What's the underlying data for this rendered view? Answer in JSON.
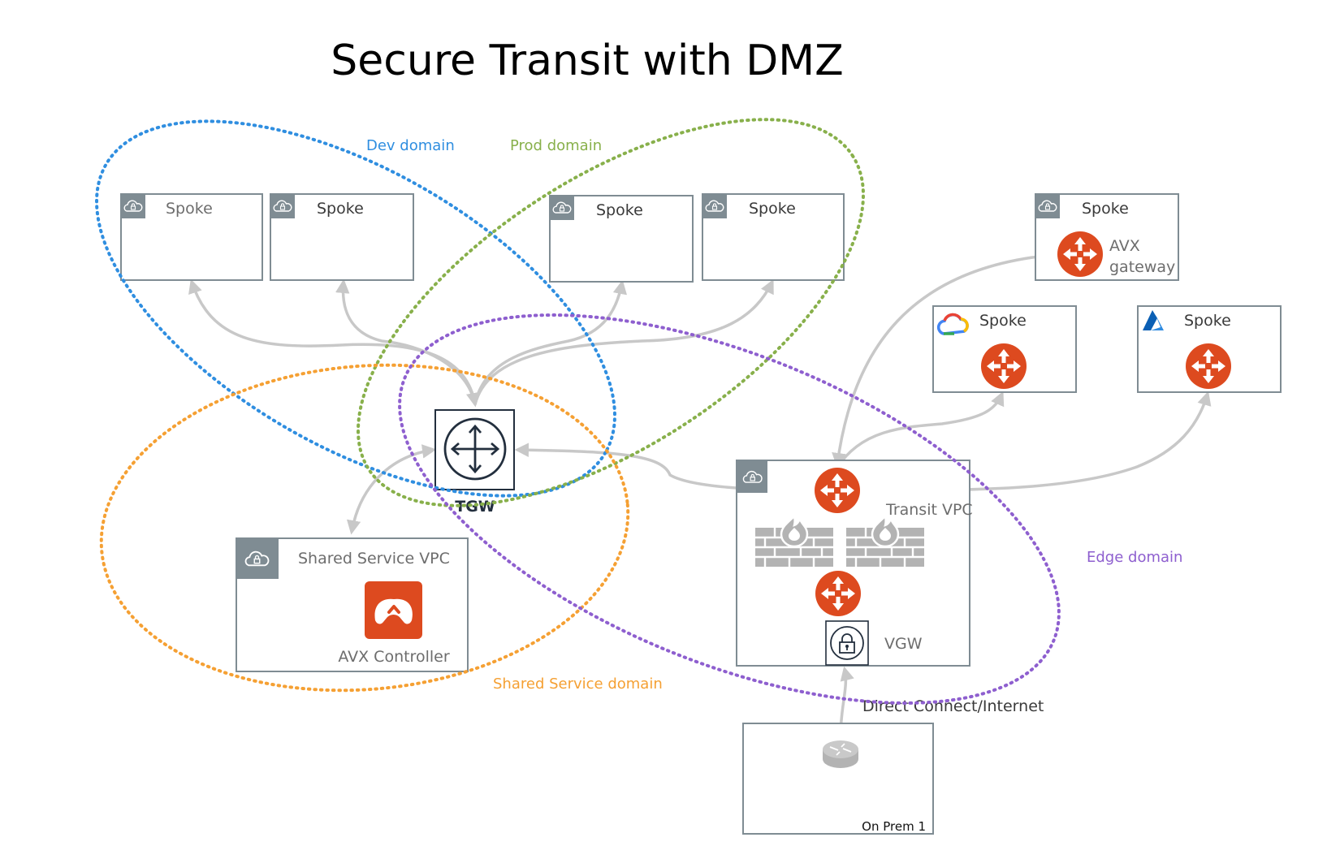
{
  "title": "Secure Transit with DMZ",
  "domains": {
    "dev": {
      "label": "Dev domain",
      "color": "#2f8ee0"
    },
    "prod": {
      "label": "Prod domain",
      "color": "#88b04b"
    },
    "shared": {
      "label": "Shared Service domain",
      "color": "#f5a033"
    },
    "edge": {
      "label": "Edge domain",
      "color": "#8e5fcf"
    }
  },
  "spokes": {
    "dev_1": "Spoke",
    "dev_2": "Spoke",
    "prod_1": "Spoke",
    "prod_2": "Spoke",
    "avx": "Spoke",
    "gcp": "Spoke",
    "azure": "Spoke"
  },
  "avx_gateway": [
    "AVX",
    "gateway"
  ],
  "tgw_label": "TGW",
  "shared_vpc": {
    "label": "Shared Service VPC",
    "controller_label": "AVX Controller"
  },
  "transit_vpc": {
    "label": "Transit VPC",
    "vgw_label": "VGW"
  },
  "direct_connect_label": "Direct Connect/Internet",
  "on_prem_label": "On Prem 1",
  "colors": {
    "router": "#dd4a1f",
    "box_border": "#7f8c93",
    "connector": "#c8c8c8"
  }
}
